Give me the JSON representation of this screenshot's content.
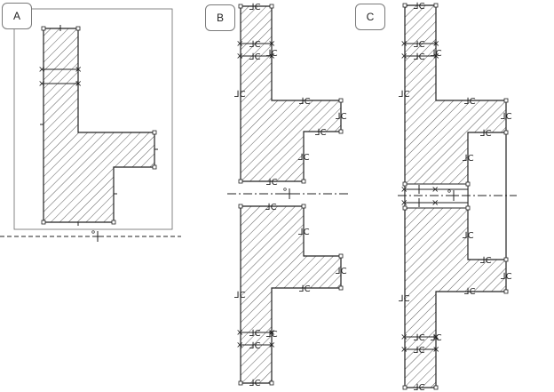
{
  "panels": {
    "a": {
      "label": "A"
    },
    "b": {
      "label": "B"
    },
    "c": {
      "label": "C"
    }
  },
  "symmetry_marker": "⅃C"
}
